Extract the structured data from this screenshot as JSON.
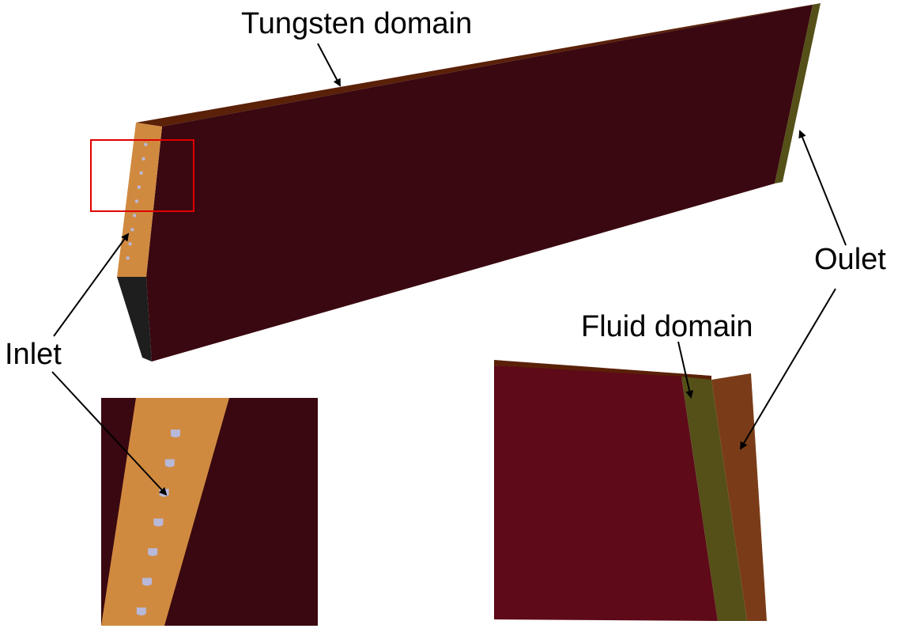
{
  "labels": {
    "tungsten": "Tungsten domain",
    "outlet": "Oulet",
    "inlet": "Inlet",
    "fluid": "Fluid domain"
  },
  "colors": {
    "tungsten_face": "#3a0810",
    "tungsten_top": "#5a2008",
    "inlet_face": "#d08a40",
    "fluid_face": "#545018",
    "outlet_face": "#7a3c18",
    "zoom_body": "#5e0a18",
    "hole": "#b8b8d8",
    "highlight_box": "#e00000",
    "arrow": "#000000"
  },
  "inlet_hole_count": 9,
  "zoom_hole_count": 7
}
